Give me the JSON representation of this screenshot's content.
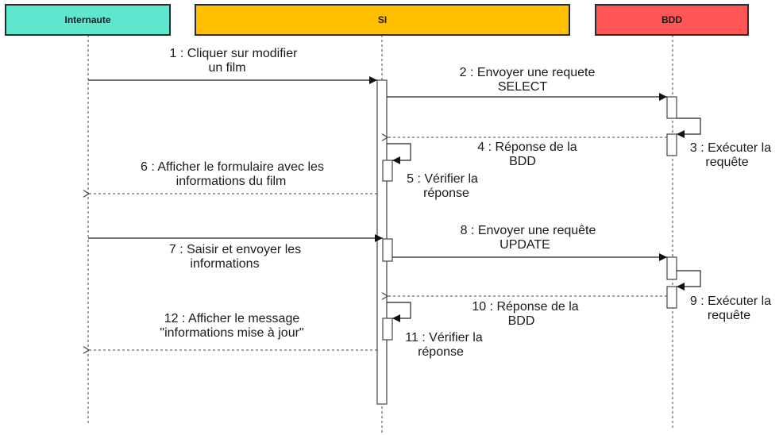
{
  "colors": {
    "actor1": "#5ee6cf",
    "actor2": "#ffbf00",
    "actor3": "#ff5555",
    "line": "#2b2b2b"
  },
  "actors": [
    {
      "label": "Internaute"
    },
    {
      "label": "SI"
    },
    {
      "label": "BDD"
    }
  ],
  "messages": [
    {
      "line1": "1 : Cliquer sur modifier",
      "line2": "un film"
    },
    {
      "line1": "2 : Envoyer une requete",
      "line2": "SELECT"
    },
    {
      "line1": "3 : Exécuter la",
      "line2": "requête"
    },
    {
      "line1": "4 : Réponse de la",
      "line2": "BDD"
    },
    {
      "line1": "5 : Vérifier la",
      "line2": "réponse"
    },
    {
      "line1": "6 : Afficher le formulaire avec les",
      "line2": "informations du film"
    },
    {
      "line1": "7 : Saisir et envoyer les",
      "line2": "informations"
    },
    {
      "line1": "8 : Envoyer une requête",
      "line2": "UPDATE"
    },
    {
      "line1": "9 : Exécuter la",
      "line2": "requête"
    },
    {
      "line1": "10 : Réponse de la",
      "line2": "BDD"
    },
    {
      "line1": "11 : Vérifier la",
      "line2": "réponse"
    },
    {
      "line1": "12 : Afficher le message",
      "line2": "\"informations mise à jour\""
    }
  ]
}
